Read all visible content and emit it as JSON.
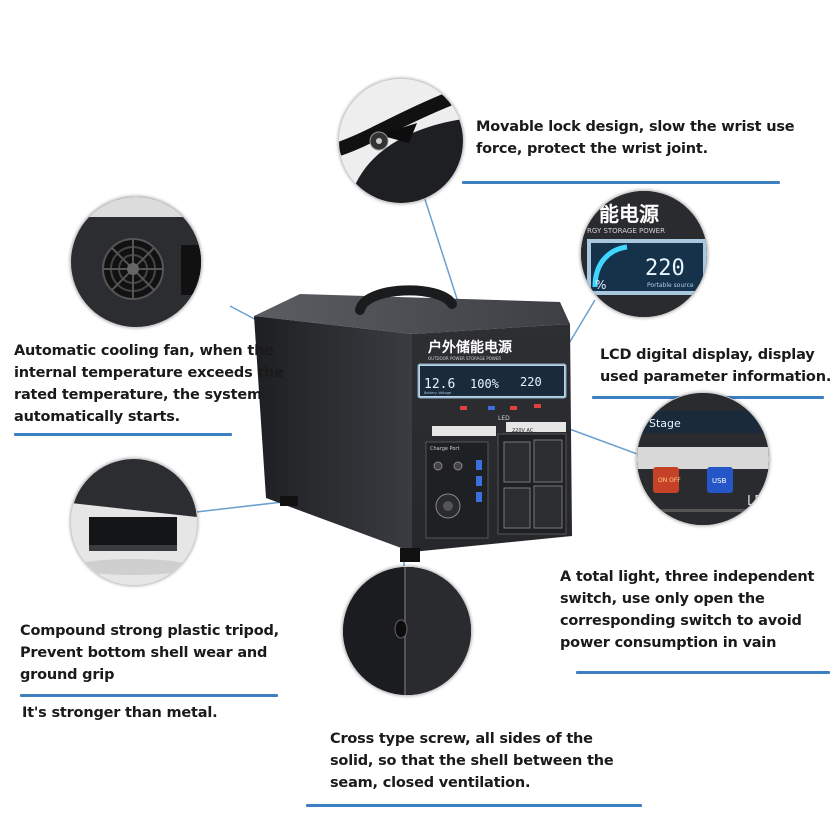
{
  "captions": {
    "lock": "Movable lock design, slow the wrist use\nforce, protect the wrist joint.",
    "display": "LCD digital display, display\nused parameter information.",
    "fan": "Automatic cooling fan, when the\ninternal temperature exceeds the\nrated temperature, the system\nautomatically starts.",
    "switch": "A total light, three independent\nswitch, use only open the\ncorresponding switch to avoid\npower consumption in vain",
    "tripod": "Compound strong plastic tripod,\nPrevent bottom shell wear and\nground grip",
    "metal": "It's stronger than metal.",
    "screw": "Cross type screw, all sides of the\nsolid, so that the shell between the\nseam, closed ventilation."
  },
  "device": {
    "brand_cn": "户外储能电源",
    "brand_en": "OUTDOOR POWER STORAGE POWER",
    "lcd_voltage": "12.6",
    "lcd_voltage_label": "Battery Voltage",
    "lcd_percent": "100%",
    "lcd_output": "220",
    "led_label": "LED",
    "charge_port_label": "Charge Port",
    "ac_label": "220V AC"
  },
  "zoom_display": {
    "brand_cn": "能电源",
    "brand_en": "RGY STORAGE POWER",
    "value": "220",
    "unit_label": "Portable source",
    "percent_fragment": "%"
  },
  "zoom_switch": {
    "stage_label": "Stage",
    "switch_off_label": "ON\nOFF",
    "usb_label": "USB",
    "led_fragment": "LE"
  },
  "colors": {
    "accent_rule": "#3e7fc1",
    "leader_line": "#6aa0cf",
    "device_body": "#2b2d31",
    "lcd_screen": "#b8d4e8"
  }
}
